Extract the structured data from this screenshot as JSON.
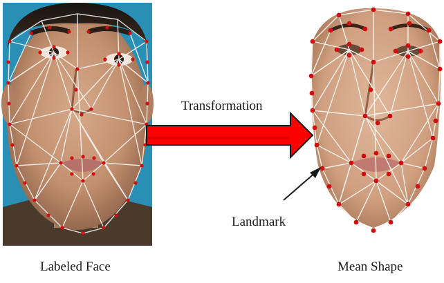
{
  "labels": {
    "transformation": "Transformation",
    "landmark": "Landmark",
    "labeled_face": "Labeled Face",
    "mean_shape": "Mean Shape"
  },
  "colors": {
    "arrow_fill": "#ff0000",
    "arrow_stroke": "#1a1a1a",
    "landmark_dot": "#d01010",
    "mesh_line": "#f4f4f0",
    "skin": "#c99a7a",
    "background_blue": "#2a8fb5"
  },
  "panels": {
    "left": {
      "name": "labeled-face-photo"
    },
    "right": {
      "name": "mean-shape-face"
    }
  }
}
